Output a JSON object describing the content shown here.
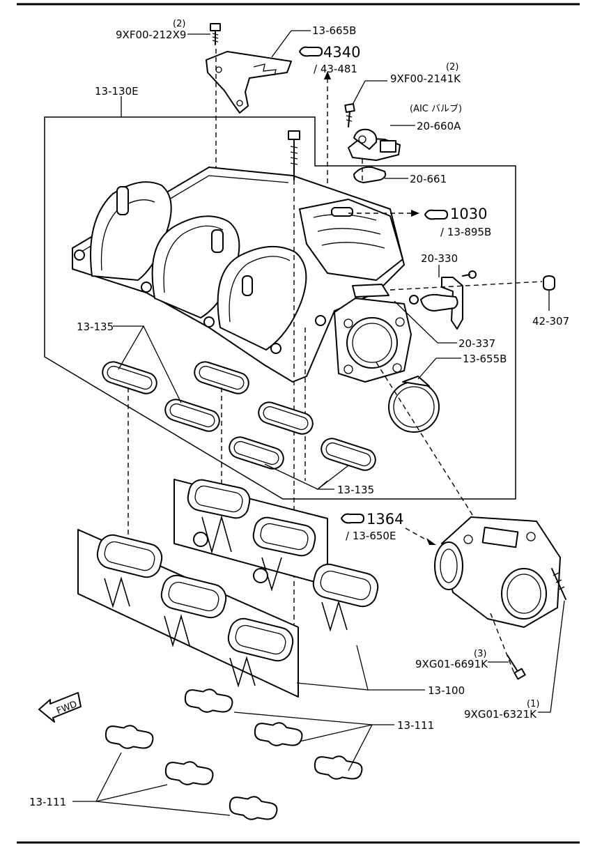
{
  "labels": {
    "bracket_bolt": {
      "qty": "(2)",
      "part": "9XF00-212X9"
    },
    "bracket": "13-665B",
    "ref_4340": {
      "num": "4340",
      "sub": "/ 43-481"
    },
    "aic_bolt": {
      "qty": "(2)",
      "part": "9XF00-2141K"
    },
    "aic_note": "(AIC バルブ)",
    "aic_valve": "20-660A",
    "aic_gasket": "20-661",
    "ref_1030": {
      "num": "1030",
      "sub": "/ 13-895B"
    },
    "upper_manifold": "13-130E",
    "bracket_20330": "20-330",
    "cap": "42-307",
    "gasket_20337": "20-337",
    "tb_gasket": "13-655B",
    "gasket_upper_left": "13-135",
    "gasket_upper_right": "13-135",
    "ref_1364": {
      "num": "1364",
      "sub": "/ 13-650E"
    },
    "tb_bolt": {
      "qty": "(3)",
      "part": "9XG01-6691K"
    },
    "tb_stud": {
      "qty": "(1)",
      "part": "9XG01-6321K"
    },
    "lower_manifold": "13-100",
    "gasket_lower_right": "13-111",
    "gasket_lower_left": "13-111",
    "fwd": "FWD"
  }
}
